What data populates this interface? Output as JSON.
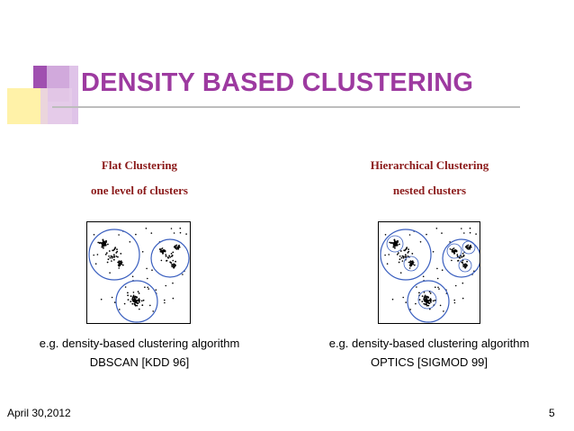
{
  "slide": {
    "title": "DENSITY BASED CLUSTERING",
    "left": {
      "heading": "Flat Clustering",
      "subheading": "one level of clusters",
      "caption_line1": "e.g. density-based clustering algorithm",
      "caption_line2": "DBSCAN [KDD 96]"
    },
    "right": {
      "heading": "Hierarchical Clustering",
      "subheading": "nested clusters",
      "caption_line1": "e.g. density-based clustering algorithm",
      "caption_line2": "OPTICS [SIGMOD 99]"
    },
    "footer": {
      "date": "April 30,2012",
      "page_number": "5"
    }
  },
  "colors": {
    "title": "#9d3aa0",
    "heading": "#8b1a1a",
    "cluster_circle": "#3a5fbf",
    "deco_purple": "#a050b0",
    "deco_lavender": "#c9a6d6",
    "deco_yellow": "#fff2a8"
  }
}
